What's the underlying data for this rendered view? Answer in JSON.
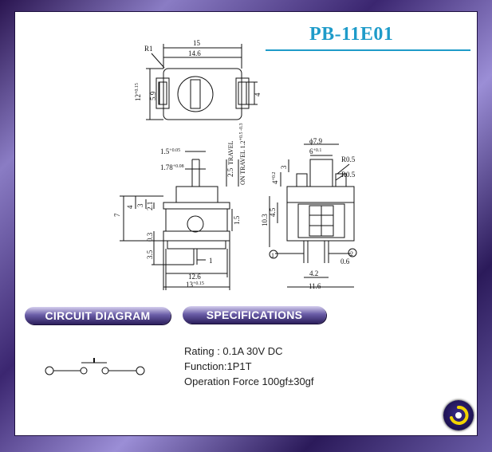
{
  "title": "PB-11E01",
  "headers": {
    "circuit": "CIRCUIT DIAGRAM",
    "specs": "SPECIFICATIONS"
  },
  "specs": [
    "Rating : 0.1A 30V DC",
    "Function:1P1T",
    "Operation Force 100gf±30gf"
  ],
  "dims": {
    "top_r1": "R1",
    "top_15": "15",
    "top_146": "14.6",
    "top_12": "12",
    "top_12_tol": "+0.15",
    "top_59": "5.9",
    "top_4": "4",
    "f_15": "1.5",
    "f_15_tol": "+0.05",
    "f_178": "1.78",
    "f_178_tol": "+0.08",
    "f_25": "2.5",
    "f_travel": "TRAVEL",
    "f_ontravel": "ON TRAVEL 1.2",
    "f_ontravel_tol": "+0.5 -0.3",
    "f_7": "7",
    "f_4": "4",
    "f_3": "3",
    "f_21": "2.1",
    "f_15b": "1.5",
    "f_03": "0.3",
    "f_35": "3.5",
    "f_1": "1",
    "f_126": "12.6",
    "f_13": "13",
    "f_13_tol": "+0.15",
    "s_79": "ϕ7.9",
    "s_6": "6",
    "s_6_tol": "+0.1",
    "s_r05a": "R0.5",
    "s_r05b": "R0.5",
    "s_4": "4",
    "s_4_tol": "+0.2",
    "s_3": "3",
    "s_45": "4.5",
    "s_103": "10.3",
    "s_pin1": "1",
    "s_pin2": "2",
    "s_06": "0.6",
    "s_42": "4.2",
    "s_116": "11.6"
  }
}
